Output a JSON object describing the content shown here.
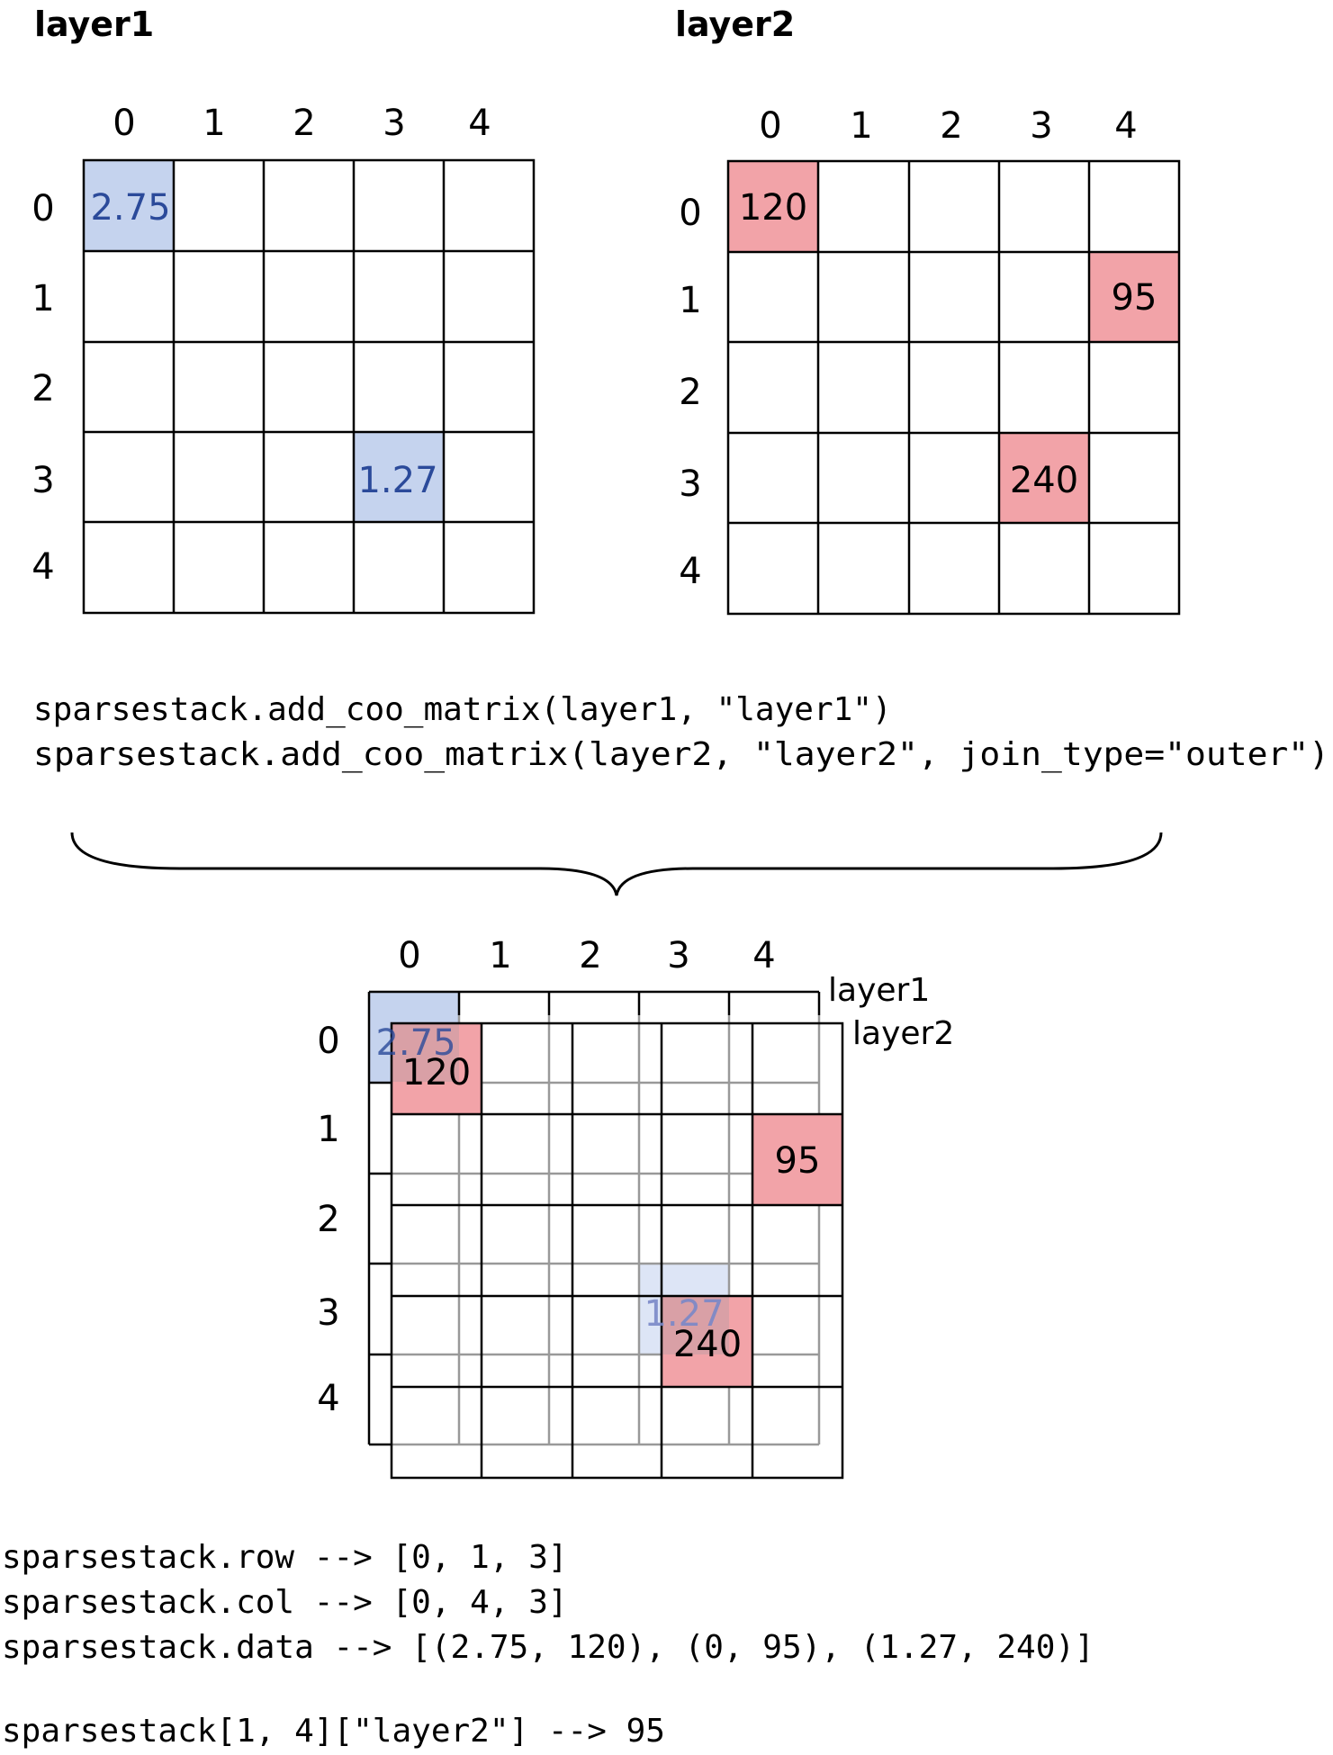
{
  "colors": {
    "layer1_fill": "#c5d3ee",
    "layer1_fill_faded": "#dde5f6",
    "layer1_text": "#2b4a9a",
    "layer2_fill": "#f2a3a8",
    "overlap_text": "#7a3a78",
    "line_dark": "#000000",
    "line_grey": "#999999"
  },
  "layer1": {
    "title": "layer1",
    "col_labels": [
      "0",
      "1",
      "2",
      "3",
      "4"
    ],
    "row_labels": [
      "0",
      "1",
      "2",
      "3",
      "4"
    ],
    "cells": [
      {
        "row": 0,
        "col": 0,
        "value": "2.75"
      },
      {
        "row": 3,
        "col": 3,
        "value": "1.27"
      }
    ]
  },
  "layer2": {
    "title": "layer2",
    "col_labels": [
      "0",
      "1",
      "2",
      "3",
      "4"
    ],
    "row_labels": [
      "0",
      "1",
      "2",
      "3",
      "4"
    ],
    "cells": [
      {
        "row": 0,
        "col": 0,
        "value": "120"
      },
      {
        "row": 1,
        "col": 4,
        "value": "95"
      },
      {
        "row": 3,
        "col": 3,
        "value": "240"
      }
    ]
  },
  "code_lines": [
    "sparsestack.add_coo_matrix(layer1, \"layer1\")",
    "sparsestack.add_coo_matrix(layer2, \"layer2\", join_type=\"outer\")"
  ],
  "stack": {
    "col_labels": [
      "0",
      "1",
      "2",
      "3",
      "4"
    ],
    "row_labels": [
      "0",
      "1",
      "2",
      "3",
      "4"
    ],
    "back_label": "layer1",
    "front_label": "layer2",
    "back_cells": [
      {
        "row": 0,
        "col": 0,
        "value": "2.75"
      },
      {
        "row": 3,
        "col": 3,
        "value": "1.27"
      }
    ],
    "front_cells": [
      {
        "row": 0,
        "col": 0,
        "value": "120"
      },
      {
        "row": 1,
        "col": 4,
        "value": "95"
      },
      {
        "row": 3,
        "col": 3,
        "value": "240"
      }
    ]
  },
  "result_lines": [
    "sparsestack.row --> [0, 1, 3]",
    "sparsestack.col --> [0, 4, 3]",
    "sparsestack.data --> [(2.75, 120), (0, 95), (1.27, 240)]"
  ],
  "query_line": "sparsestack[1, 4][\"layer2\"] --> 95"
}
